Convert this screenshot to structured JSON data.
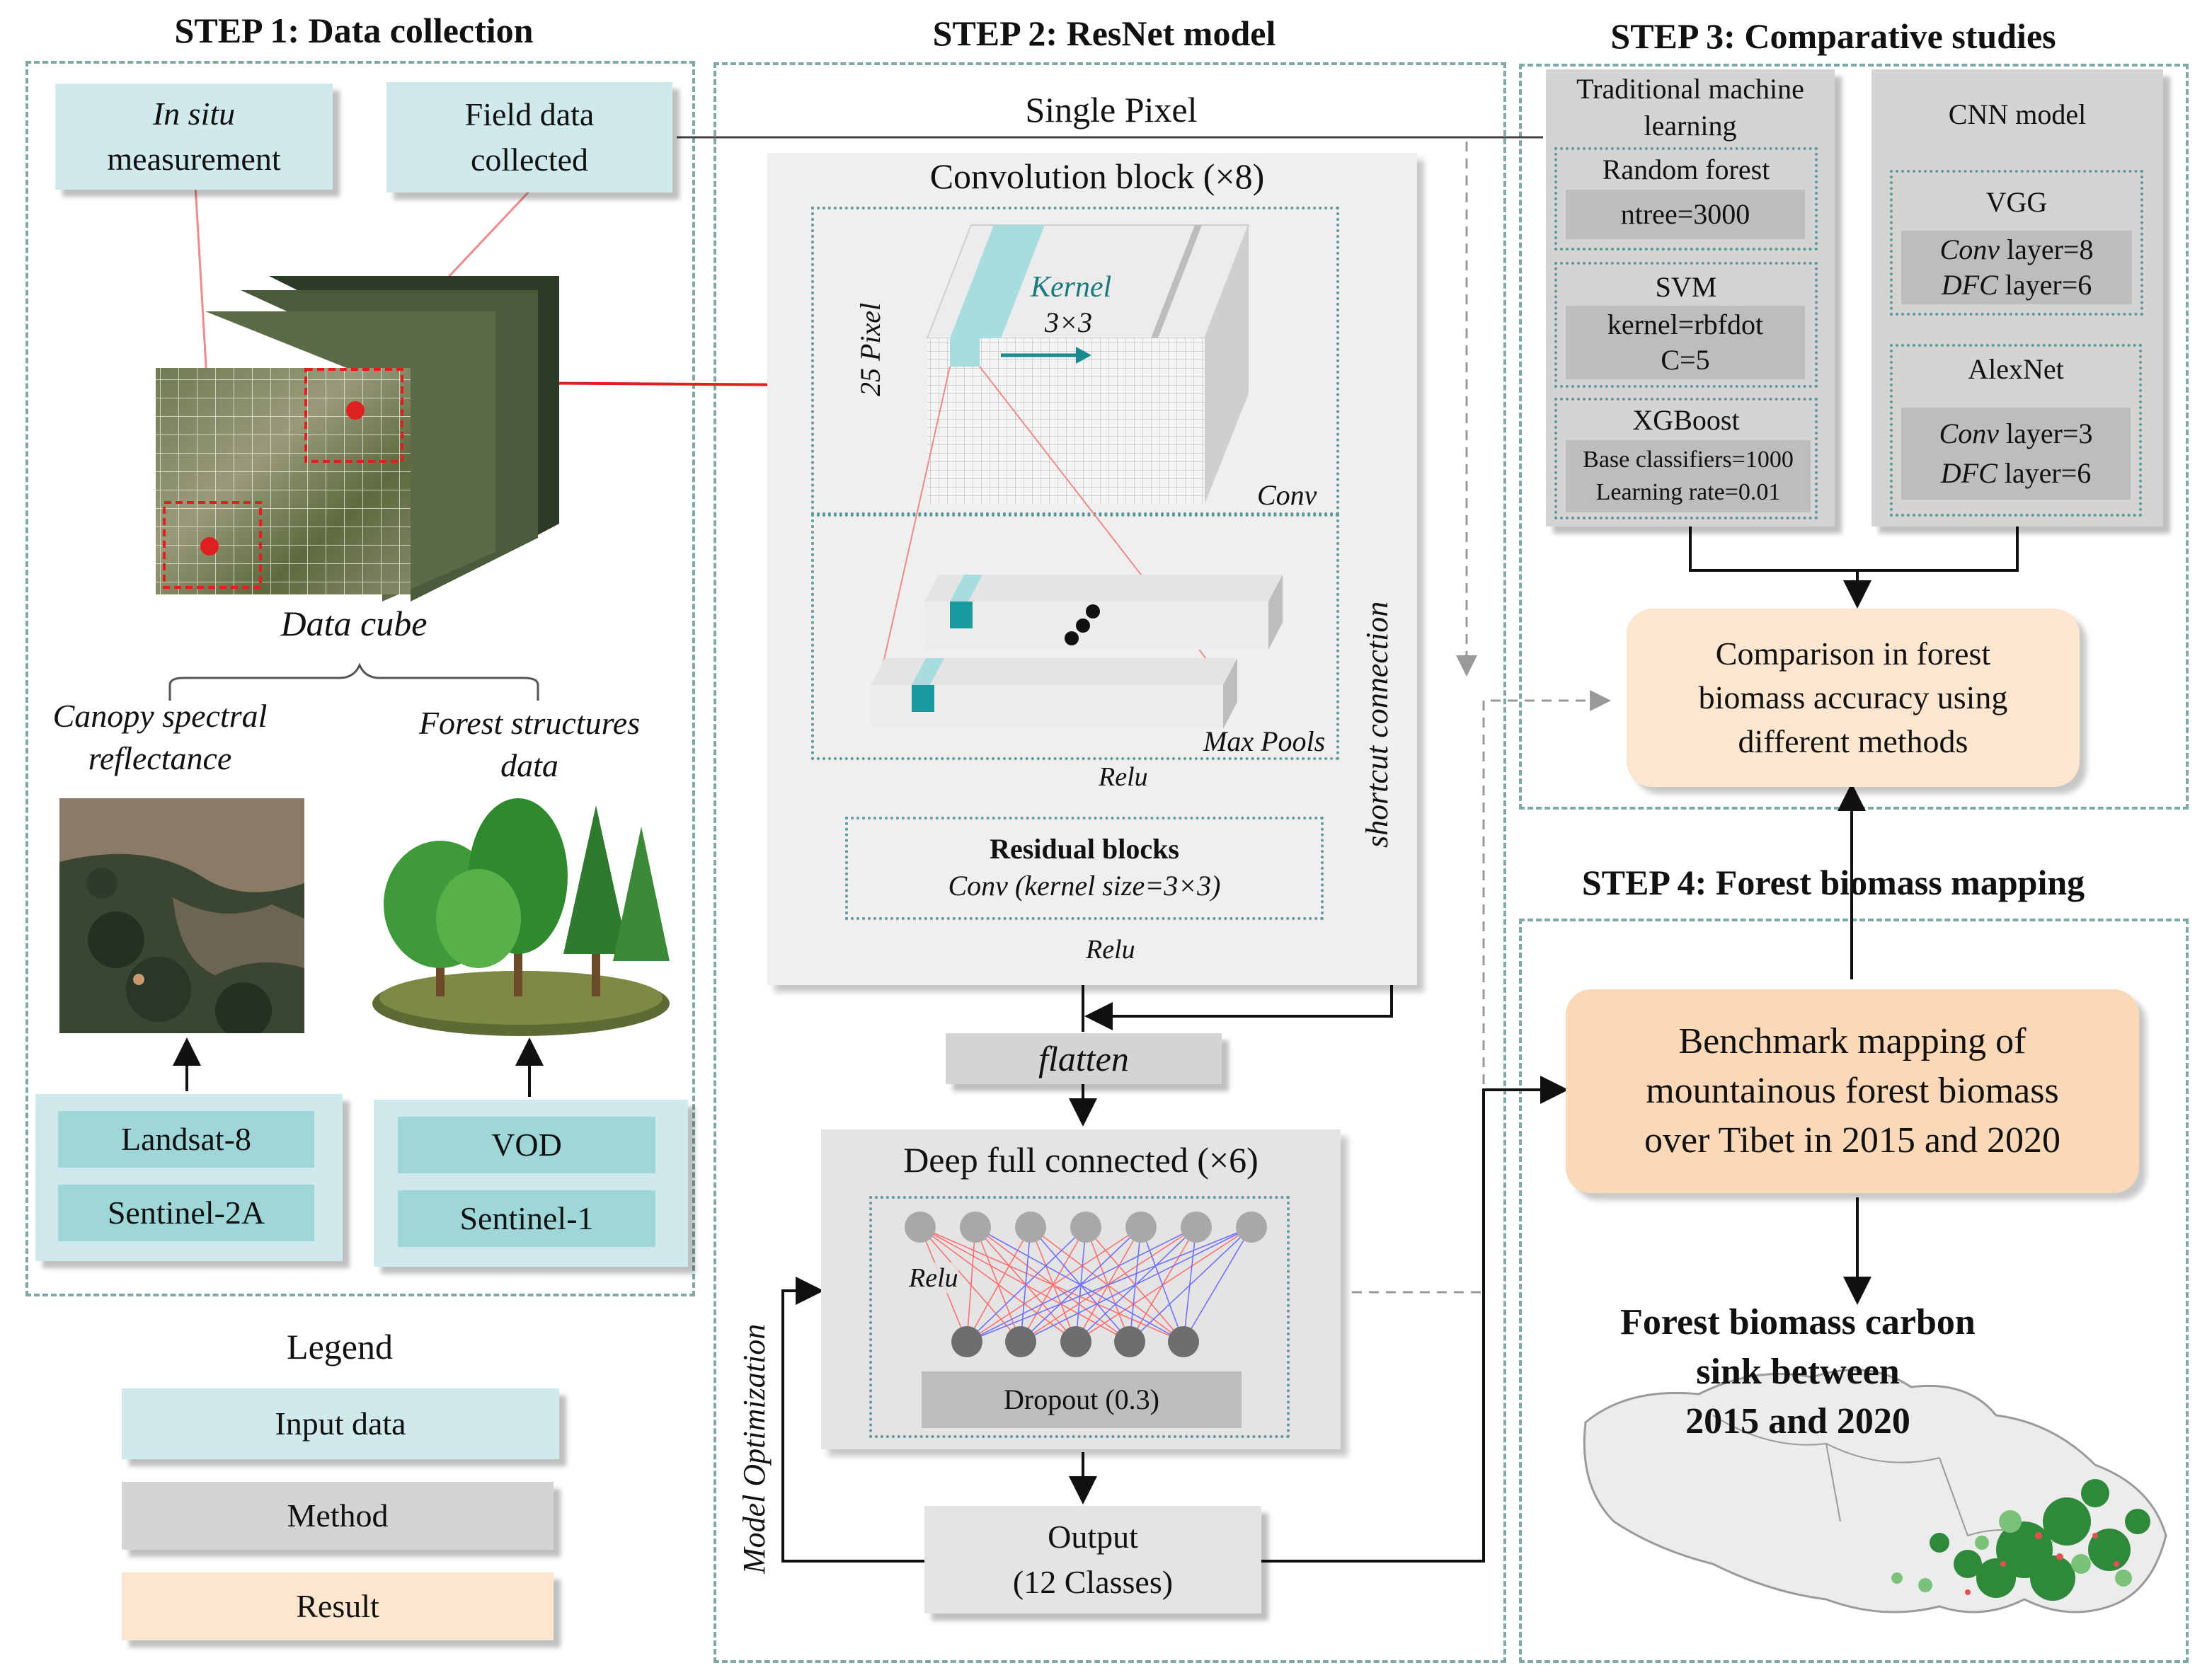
{
  "steps": {
    "step1": "STEP 1:  Data collection",
    "step2": "STEP 2: ResNet model",
    "step3": "STEP 3: Comparative studies",
    "step4": "STEP 4: Forest biomass mapping"
  },
  "step1": {
    "insitu_line1": "In situ",
    "insitu_line2": "measurement",
    "field_line1": "Field data",
    "field_line2": "collected",
    "data_cube": "Data cube",
    "canopy_line1": "Canopy spectral",
    "canopy_line2": "reflectance",
    "forest_line1": "Forest structures",
    "forest_line2": "data",
    "landsat": "Landsat-8",
    "sentinel2a": "Sentinel-2A",
    "vod": "VOD",
    "sentinel1": "Sentinel-1"
  },
  "step2": {
    "single_pixel": "Single Pixel",
    "conv_block": "Convolution block (×8)",
    "kernel": "Kernel",
    "kernel_size": "3×3",
    "pixel25": "25 Pixel",
    "conv": "Conv",
    "max_pools": "Max Pools",
    "relu1": "Relu",
    "residual_title": "Residual blocks",
    "residual_sub": "Conv (kernel size=3×3)",
    "relu2": "Relu",
    "shortcut": "shortcut connection",
    "flatten": "flatten",
    "dfc": "Deep full connected (×6)",
    "relu3": "Relu",
    "dropout": "Dropout (0.3)",
    "model_opt": "Model Optimization",
    "output_line1": "Output",
    "output_line2": "(12 Classes)"
  },
  "step3": {
    "trad_line1": "Traditional machine",
    "trad_line2": "learning",
    "rf": "Random forest",
    "ntree": "ntree=3000",
    "svm": "SVM",
    "svm_kernel": "kernel=rbfdot",
    "svm_c": "C=5",
    "xgb": "XGBoost",
    "xgb_base": "Base classifiers=1000",
    "xgb_lr": "Learning rate=0.01",
    "cnn": "CNN model",
    "vgg": "VGG",
    "vgg_conv_i": "Conv",
    "vgg_conv_v": " layer=8",
    "vgg_dfc_i": "DFC",
    "vgg_dfc_v": " layer=6",
    "alex": "AlexNet",
    "alex_conv_i": "Conv",
    "alex_conv_v": " layer=3",
    "alex_dfc_i": "DFC",
    "alex_dfc_v": " layer=6",
    "comparison_line1": "Comparison in forest",
    "comparison_line2": "biomass accuracy  using",
    "comparison_line3": "different methods"
  },
  "step4": {
    "bench_line1": "Benchmark mapping of",
    "bench_line2": "mountainous forest biomass",
    "bench_line3": "over Tibet in 2015  and 2020",
    "sink_line1": "Forest biomass carbon",
    "sink_line2": "sink between",
    "sink_line3": "2015 and 2020"
  },
  "legend": {
    "title": "Legend",
    "input": "Input data",
    "method": "Method",
    "result": "Result"
  },
  "colors": {
    "input": "#cfe9ec",
    "method": "#d4d4d4",
    "result": "#fce6cf",
    "teal": "#1a9a9e",
    "red": "#e02020"
  }
}
